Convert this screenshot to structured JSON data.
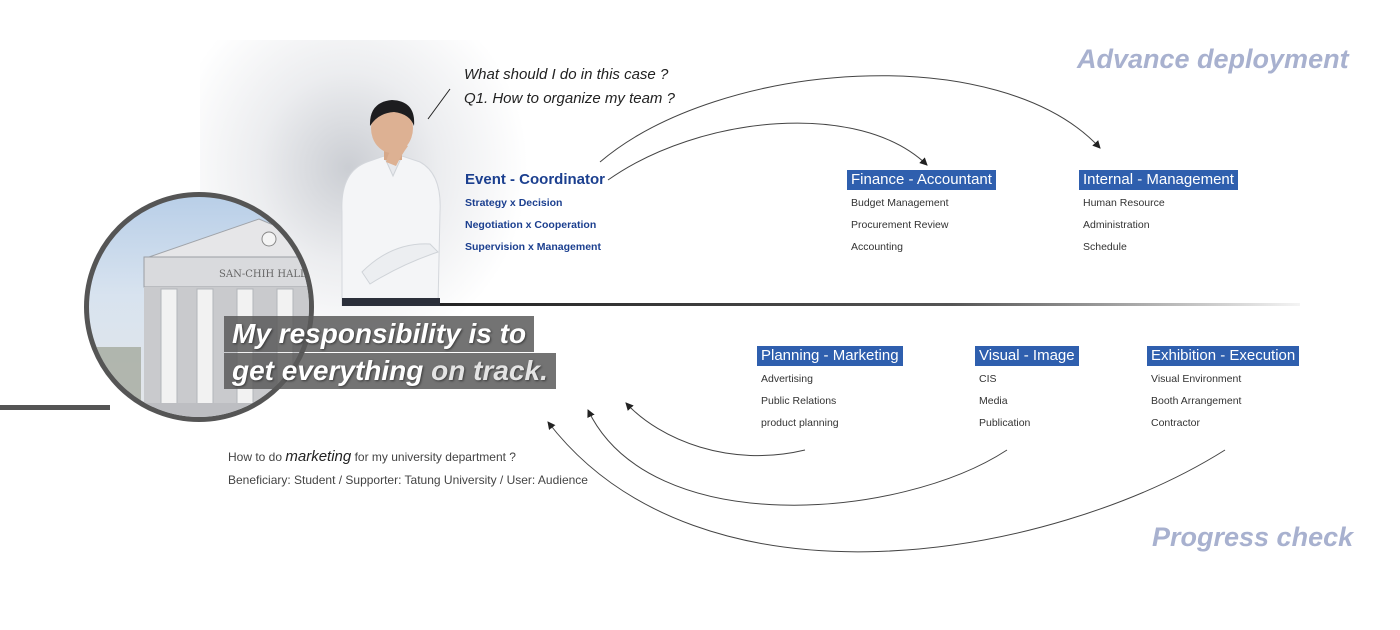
{
  "questions": {
    "line1": "What should I do in this case ?",
    "line2": "Q1. How to organize my team ?"
  },
  "coordinator": {
    "title": "Event - Coordinator",
    "items": [
      "Strategy x Decision",
      "Negotiation x Cooperation",
      "Supervision x Management"
    ]
  },
  "roles_top": [
    {
      "title": "Finance  - Accountant",
      "items": [
        "Budget Management",
        "Procurement Review",
        "Accounting"
      ]
    },
    {
      "title": "Internal - Management",
      "items": [
        "Human Resource",
        "Administration",
        "Schedule"
      ]
    }
  ],
  "roles_bottom": [
    {
      "title": "Planning - Marketing",
      "items": [
        "Advertising",
        "Public Relations",
        "product planning"
      ]
    },
    {
      "title": "Visual - Image",
      "items": [
        "CIS",
        "Media",
        "Publication"
      ]
    },
    {
      "title": "Exhibition - Execution",
      "items": [
        "Visual Environment",
        "Booth Arrangement",
        "Contractor"
      ]
    }
  ],
  "slogan": {
    "line1": "My responsibility is to",
    "line2_a": "get everything",
    "line2_b": "on track."
  },
  "caption": {
    "prefix": "How to do",
    "highlight": "marketing",
    "suffix": "for my university department ?",
    "line2": "Beneficiary: Student / Supporter: Tatung University / User: Audience"
  },
  "building_sign": "SAN-CHIH HALL",
  "phases": {
    "top": "Advance deployment",
    "bottom": "Progress check"
  },
  "colors": {
    "accent_blue": "#2f5fae",
    "coordinator_blue": "#1b3f8f",
    "phase_label": "#a8b1cf"
  }
}
